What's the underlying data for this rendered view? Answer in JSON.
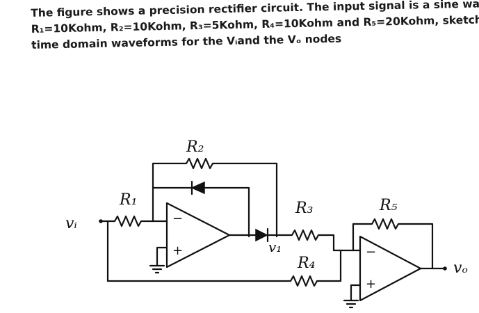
{
  "question": {
    "line1": "The figure shows a precision rectifier circuit. The input signal is a sine wave. For",
    "line2": "R₁=10Kohm, R₂=10Kohm, R₃=5Kohm, R₄=10Kohm and R₅=20Kohm, sketch the",
    "line3": "time domain waveforms for the Vᵢand the Vₒ nodes"
  },
  "circuit": {
    "labels": {
      "r1": "R₁",
      "r2": "R₂",
      "r3": "R₃",
      "r4": "R₄",
      "r5": "R₅",
      "vi": "vᵢ",
      "v1": "v₁",
      "vo": "vₒ"
    },
    "opamp1_pins": {
      "minus": "−",
      "plus": "+"
    },
    "opamp2_pins": {
      "minus": "−",
      "plus": "+"
    }
  }
}
